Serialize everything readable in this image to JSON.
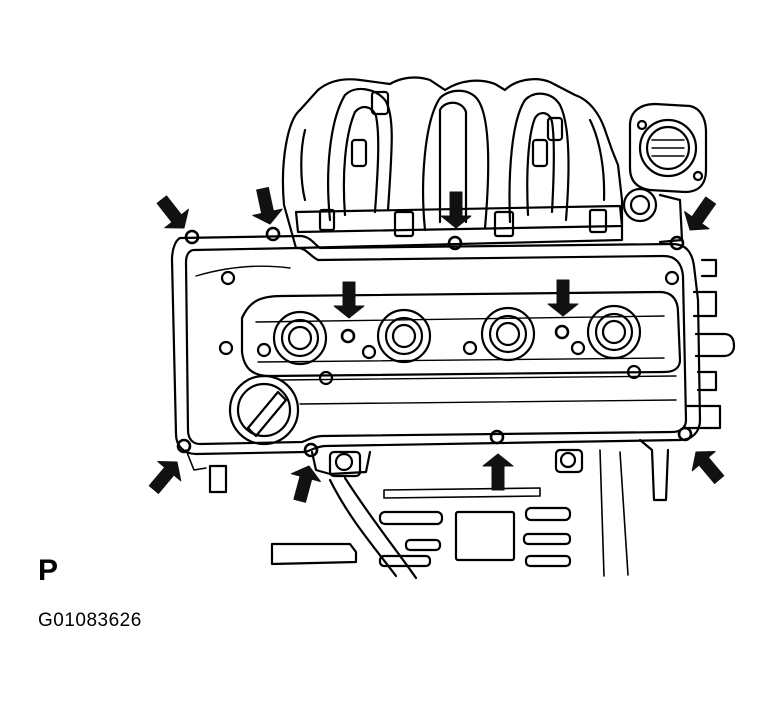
{
  "view_label": "P",
  "figure_id": "G01083626",
  "colors": {
    "line": "#000000",
    "arrow": "#111111",
    "paper": "#ffffff"
  },
  "callouts": {
    "description": "",
    "arrow_count": 10
  }
}
